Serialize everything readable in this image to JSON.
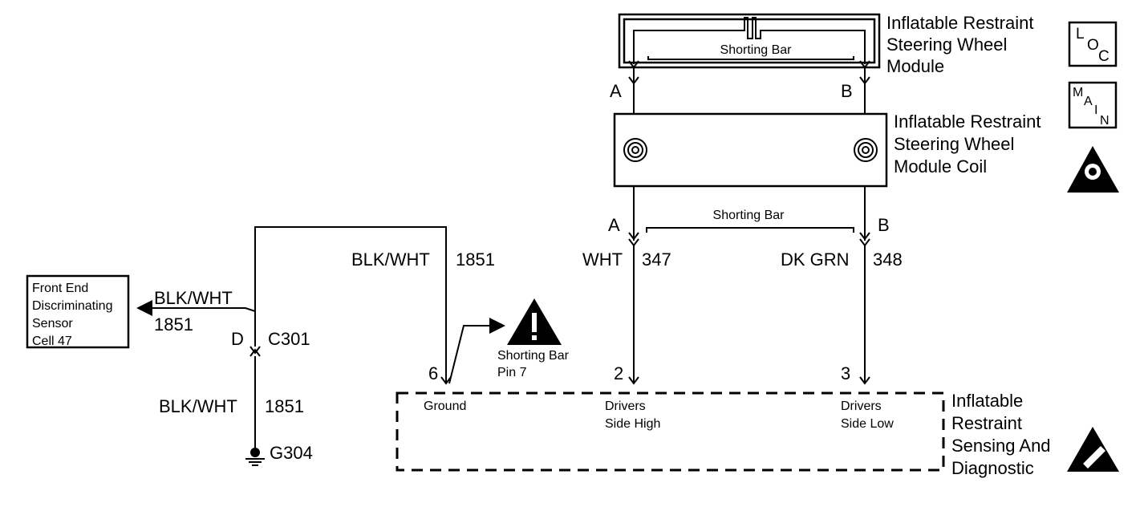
{
  "components": {
    "steering_wheel_module": {
      "line1": "Inflatable Restraint",
      "line2": "Steering Wheel",
      "line3": "Module",
      "shorting_bar": "Shorting Bar"
    },
    "module_coil": {
      "line1": "Inflatable Restraint",
      "line2": "Steering Wheel",
      "line3": "Module Coil"
    },
    "sdm": {
      "line1": "Inflatable",
      "line2": "Restraint",
      "line3": "Sensing And",
      "line4": "Diagnostic"
    },
    "front_sensor": {
      "line1": "Front End",
      "line2": "Discriminating",
      "line3": "Sensor",
      "line4": "Cell 47"
    }
  },
  "icons": {
    "loc": {
      "l": "L",
      "o": "O",
      "c": "C"
    },
    "main": {
      "m": "M",
      "a": "A",
      "i": "I",
      "n": "N"
    }
  },
  "pins": {
    "module_a": "A",
    "module_b": "B",
    "coil_a": "A",
    "coil_b": "B",
    "sdm_ground": "6",
    "sdm_high": "2",
    "sdm_low": "3",
    "c301_pin": "D"
  },
  "pin_labels": {
    "ground": "Ground",
    "high_1": "Drivers",
    "high_2": "Side High",
    "low_1": "Drivers",
    "low_2": "Side Low"
  },
  "connectors": {
    "c301": "C301",
    "g304": "G304"
  },
  "shorting_bar_coil": "Shorting Bar",
  "shorting_bar_pin": {
    "line1": "Shorting Bar",
    "line2": "Pin 7"
  },
  "wires": {
    "wht": {
      "color": "WHT",
      "circuit": "347"
    },
    "dkgrn": {
      "color": "DK GRN",
      "circuit": "348"
    },
    "ground_top": {
      "color": "BLK/WHT",
      "circuit": "1851"
    },
    "sensor": {
      "color": "BLK/WHT",
      "circuit": "1851"
    },
    "ground_bottom": {
      "color": "BLK/WHT",
      "circuit": "1851"
    }
  }
}
